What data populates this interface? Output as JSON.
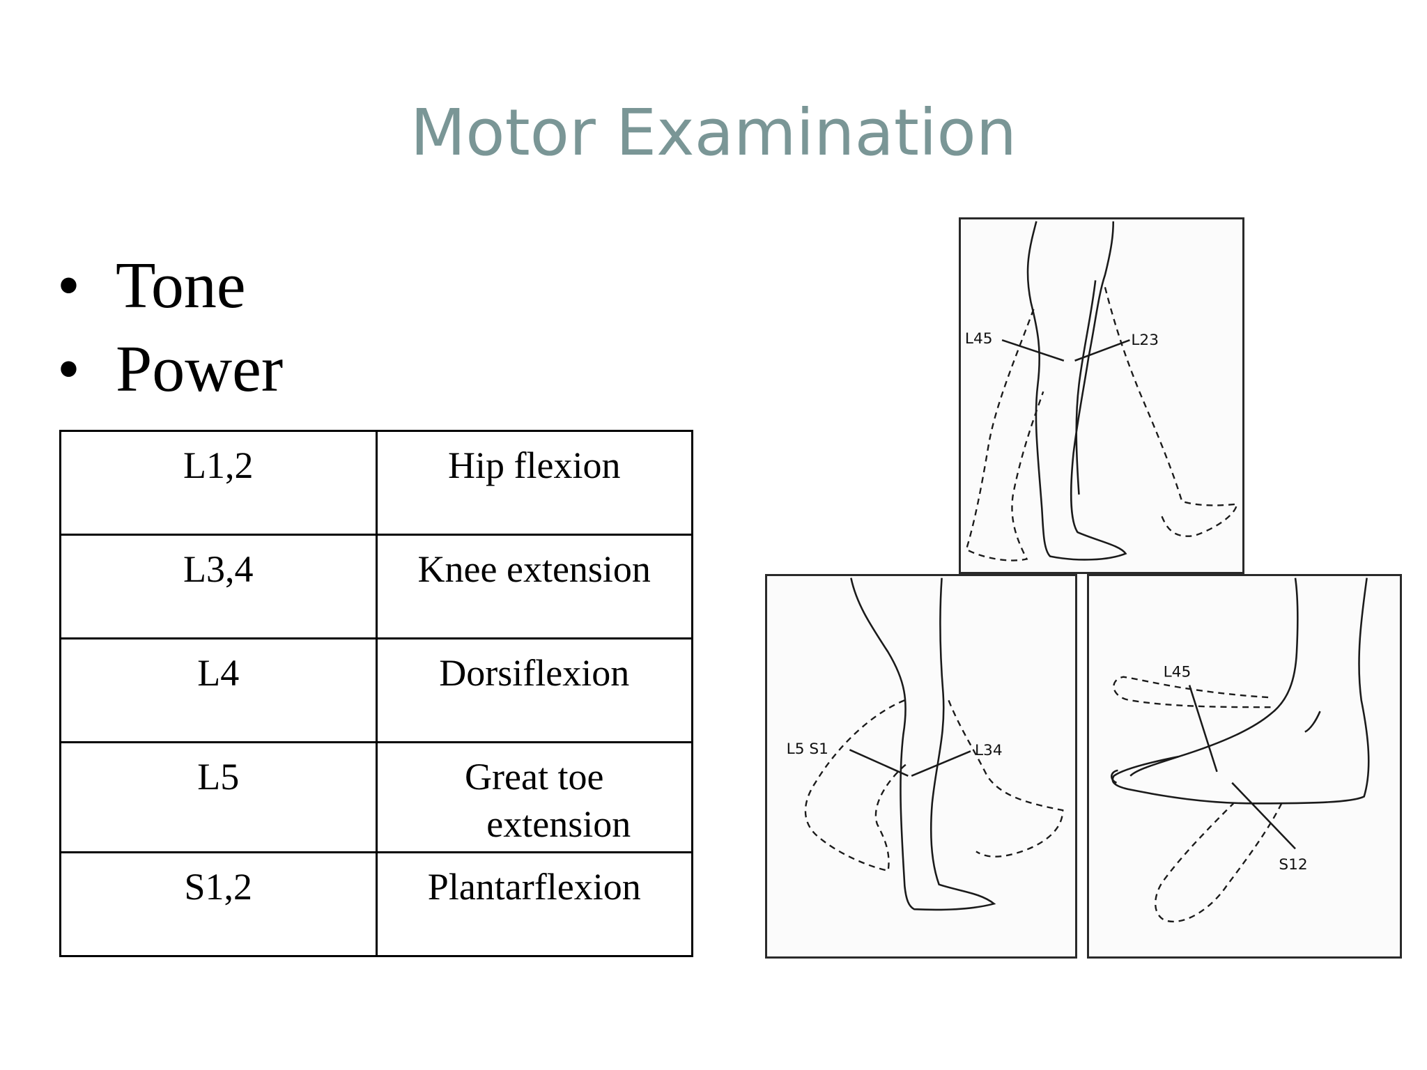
{
  "title": "Motor Examination",
  "bullets": [
    "Tone",
    "Power"
  ],
  "table": {
    "rows": [
      {
        "root": "L1,2",
        "action": "Hip flexion"
      },
      {
        "root": "L3,4",
        "action": "Knee extension"
      },
      {
        "root": "L4",
        "action": "Dorsiflexion"
      },
      {
        "root": "L5",
        "action_lines": [
          "Great toe",
          "extension"
        ]
      },
      {
        "root": "S1,2",
        "action": "Plantarflexion"
      }
    ]
  },
  "figures": {
    "top": {
      "left_label": "L45",
      "right_label": "L23"
    },
    "bottom_left": {
      "left_label": "L5 S1",
      "right_label": "L34"
    },
    "bottom_right": {
      "top_label": "L45",
      "bottom_label": "S12"
    }
  }
}
